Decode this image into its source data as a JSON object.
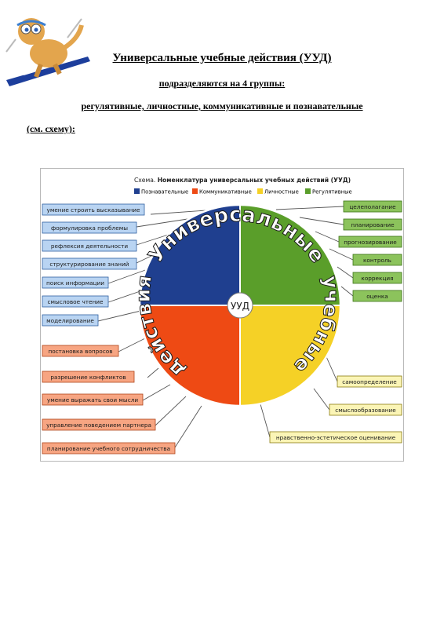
{
  "header": {
    "title": "Универсальные учебные действия (УУД)",
    "subtitle": "подразделяются на 4 группы:",
    "groups_line": "регулятивные,  личностные,  коммуникативные и познавательные",
    "see_scheme": "(см. схему):"
  },
  "scheme": {
    "caption_prefix": "Схема.",
    "caption_title": "Номенклатура универсальных учебных действий (УУД)",
    "center_label": "УУД",
    "arc_top": "Универсальные",
    "arc_right": "учебные",
    "arc_bottom": "действия",
    "legend": [
      {
        "label": "Познавательные",
        "color": "#1f3f8f"
      },
      {
        "label": "Коммуникативные",
        "color": "#ee4a14"
      },
      {
        "label": "Личностные",
        "color": "#f5d126"
      },
      {
        "label": "Регулятивные",
        "color": "#5a9e2a"
      }
    ],
    "cognitive": [
      "умение строить высказывание",
      "формулировка проблемы",
      "рефлексия деятельности",
      "структурирование знаний",
      "поиск информации",
      "смысловое чтение",
      "моделирование"
    ],
    "communicative": [
      "постановка вопросов",
      "разрешение конфликтов",
      "умение выражать свои мысли",
      "управление поведением партнера",
      "планирование учебного сотрудничества"
    ],
    "regulatory": [
      "целеполагание",
      "планирование",
      "прогнозирование",
      "контроль",
      "коррекция",
      "оценка"
    ],
    "personal": [
      "самоопределение",
      "смыслообразование",
      "нравственно-эстетическое оценивание"
    ]
  }
}
